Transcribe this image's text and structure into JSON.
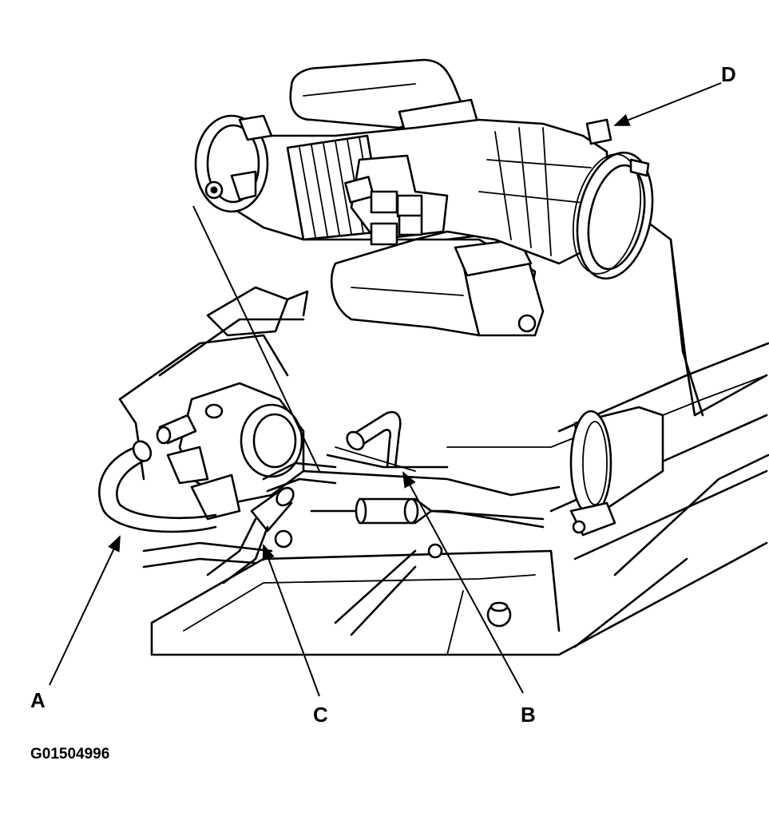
{
  "callouts": {
    "a": "A",
    "b": "B",
    "c": "C",
    "d": "D"
  },
  "figure_code": "G01504996"
}
